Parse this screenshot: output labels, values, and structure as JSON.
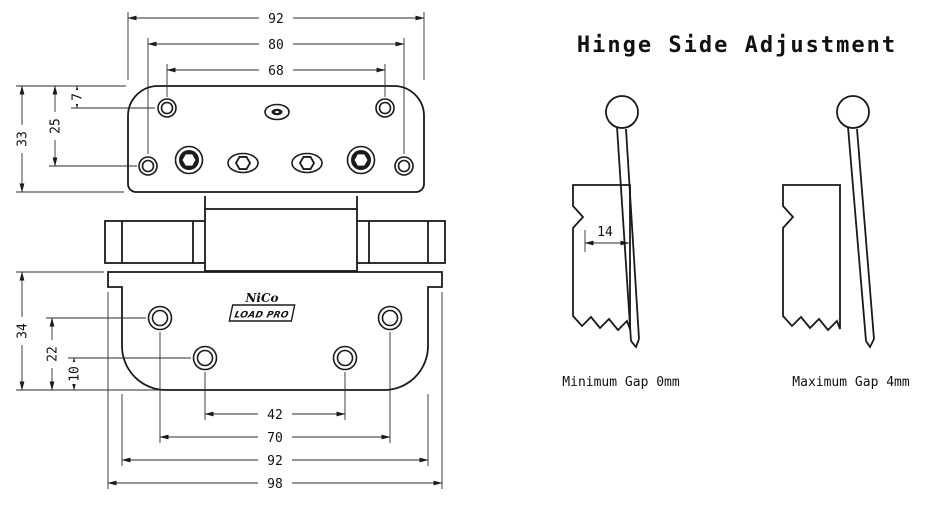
{
  "drawing": {
    "brand": {
      "name": "NiCo",
      "logo": "LOAD PRO"
    },
    "top_view": {
      "width_outer": "92",
      "width_mid": "80",
      "width_inner": "68",
      "height": "33",
      "row2_offset": "25",
      "row1_offset": "7"
    },
    "bottom_view": {
      "height": "34",
      "outer_row_offset": "22",
      "inner_row_offset": "10",
      "inner_span": "42",
      "outer_span": "70",
      "body_width": "92",
      "full_width": "98"
    }
  },
  "adjustment": {
    "title": "Hinge Side Adjustment",
    "gap_dim": "14",
    "min_label": "Minimum Gap 0mm",
    "max_label": "Maximum Gap 4mm"
  }
}
